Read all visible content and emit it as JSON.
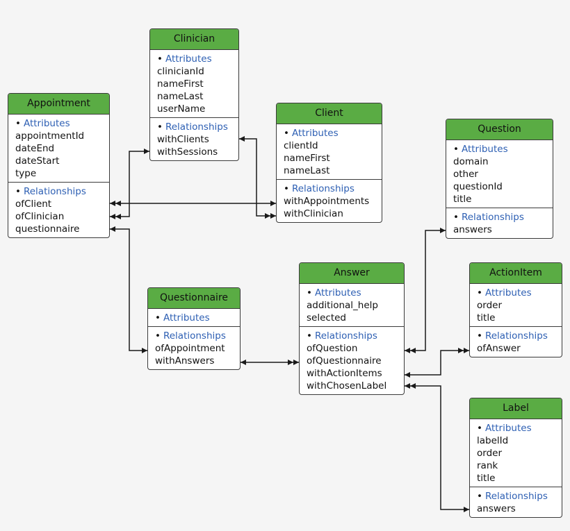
{
  "colors": {
    "header": "#5aac44",
    "section_label": "#2d5fb3",
    "line": "#1a1a1a",
    "border": "#3a3a3a"
  },
  "entities": {
    "clinician": {
      "name": "Clinician",
      "attributes_label": "Attributes",
      "attributes": [
        "clinicianId",
        "nameFirst",
        "nameLast",
        "userName"
      ],
      "relationships_label": "Relationships",
      "relationships": [
        "withClients",
        "withSessions"
      ]
    },
    "appointment": {
      "name": "Appointment",
      "attributes_label": "Attributes",
      "attributes": [
        "appointmentId",
        "dateEnd",
        "dateStart",
        "type"
      ],
      "relationships_label": "Relationships",
      "relationships": [
        "ofClient",
        "ofClinician",
        "questionnaire"
      ]
    },
    "client": {
      "name": "Client",
      "attributes_label": "Attributes",
      "attributes": [
        "clientId",
        "nameFirst",
        "nameLast"
      ],
      "relationships_label": "Relationships",
      "relationships": [
        "withAppointments",
        "withClinician"
      ]
    },
    "question": {
      "name": "Question",
      "attributes_label": "Attributes",
      "attributes": [
        "domain",
        "other",
        "questionId",
        "title"
      ],
      "relationships_label": "Relationships",
      "relationships": [
        "answers"
      ]
    },
    "answer": {
      "name": "Answer",
      "attributes_label": "Attributes",
      "attributes": [
        "additional_help",
        "selected"
      ],
      "relationships_label": "Relationships",
      "relationships": [
        "ofQuestion",
        "ofQuestionnaire",
        "withActionItems",
        "withChosenLabel"
      ]
    },
    "actionitem": {
      "name": "ActionItem",
      "attributes_label": "Attributes",
      "attributes": [
        "order",
        "title"
      ],
      "relationships_label": "Relationships",
      "relationships": [
        "ofAnswer"
      ]
    },
    "questionnaire": {
      "name": "Questionnaire",
      "attributes_label": "Attributes",
      "attributes": [],
      "relationships_label": "Relationships",
      "relationships": [
        "ofAppointment",
        "withAnswers"
      ]
    },
    "label": {
      "name": "Label",
      "attributes_label": "Attributes",
      "attributes": [
        "labelId",
        "order",
        "rank",
        "title"
      ],
      "relationships_label": "Relationships",
      "relationships": [
        "answers"
      ]
    }
  }
}
